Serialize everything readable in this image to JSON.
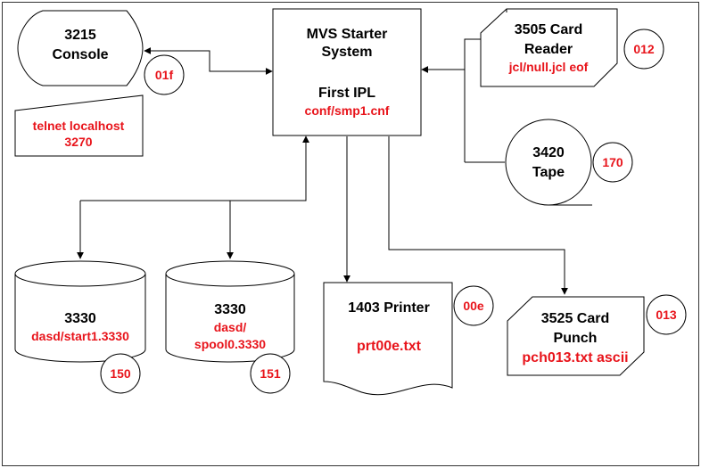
{
  "colors": {
    "label_red": "#e8141b",
    "outline": "#000000",
    "background": "#ffffff"
  },
  "starter": {
    "line1": "MVS Starter",
    "line2": "System",
    "ipl": "First IPL",
    "config": "conf/smp1.cnf"
  },
  "console": {
    "model": "3215",
    "name": "Console",
    "address": "01f"
  },
  "terminal": {
    "line1": "telnet localhost",
    "line2": "3270"
  },
  "reader": {
    "line1": "3505 Card",
    "line2": "Reader",
    "file": "jcl/null.jcl eof",
    "address": "012"
  },
  "tape": {
    "model": "3420",
    "name": "Tape",
    "address": "170"
  },
  "disk1": {
    "model": "3330",
    "file": "dasd/start1.3330",
    "address": "150"
  },
  "disk2": {
    "model": "3330",
    "file1": "dasd/",
    "file2": "spool0.3330",
    "address": "151"
  },
  "printer": {
    "name": "1403 Printer",
    "file": "prt00e.txt",
    "address": "00e"
  },
  "punch": {
    "line1": "3525 Card",
    "line2": "Punch",
    "file": "pch013.txt ascii",
    "address": "013"
  }
}
